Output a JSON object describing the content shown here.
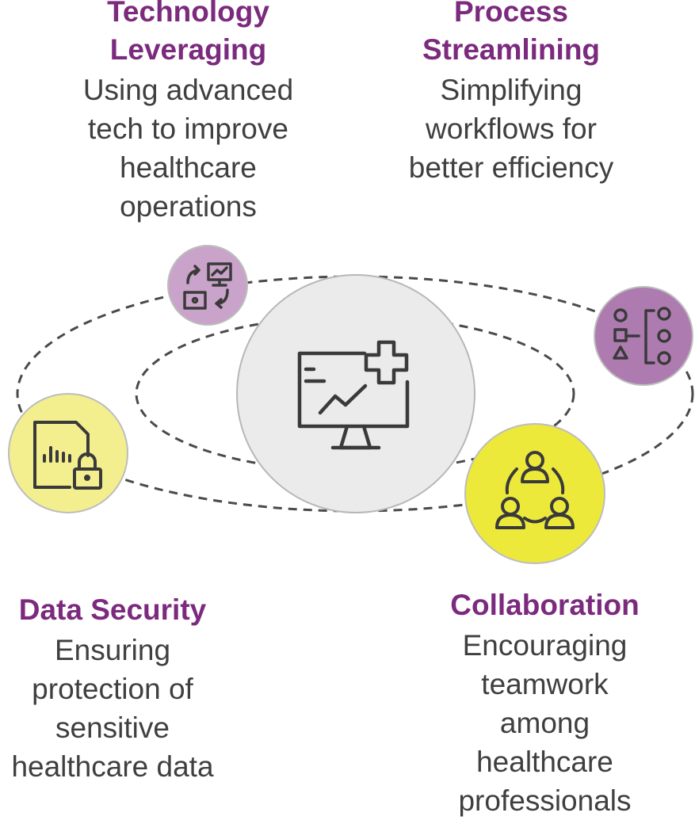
{
  "colors": {
    "title": "#7b2a7e",
    "text": "#3f3f3f",
    "center_fill": "#ebebeb",
    "purple_light": "#c9a3c9",
    "purple_mid": "#ad7bb0",
    "yellow_light": "#f3ef8f",
    "yellow_bright": "#ede93b",
    "orbit": "#4a4a4a"
  },
  "center": {
    "icon": "healthcare-monitor-icon"
  },
  "items": [
    {
      "id": "technology",
      "title": "Technology\nLeveraging",
      "description": "Using advanced\ntech to improve\nhealthcare\noperations",
      "icon": "tech-exchange-icon"
    },
    {
      "id": "process",
      "title": "Process\nStreamlining",
      "description": "Simplifying\nworkflows for\nbetter efficiency",
      "icon": "workflow-shapes-icon"
    },
    {
      "id": "security",
      "title": "Data Security",
      "description": "Ensuring\nprotection of\nsensitive\nhealthcare data",
      "icon": "document-lock-icon"
    },
    {
      "id": "collaboration",
      "title": "Collaboration",
      "description": "Encouraging\nteamwork\namong\nhealthcare\nprofessionals",
      "icon": "team-network-icon"
    }
  ]
}
